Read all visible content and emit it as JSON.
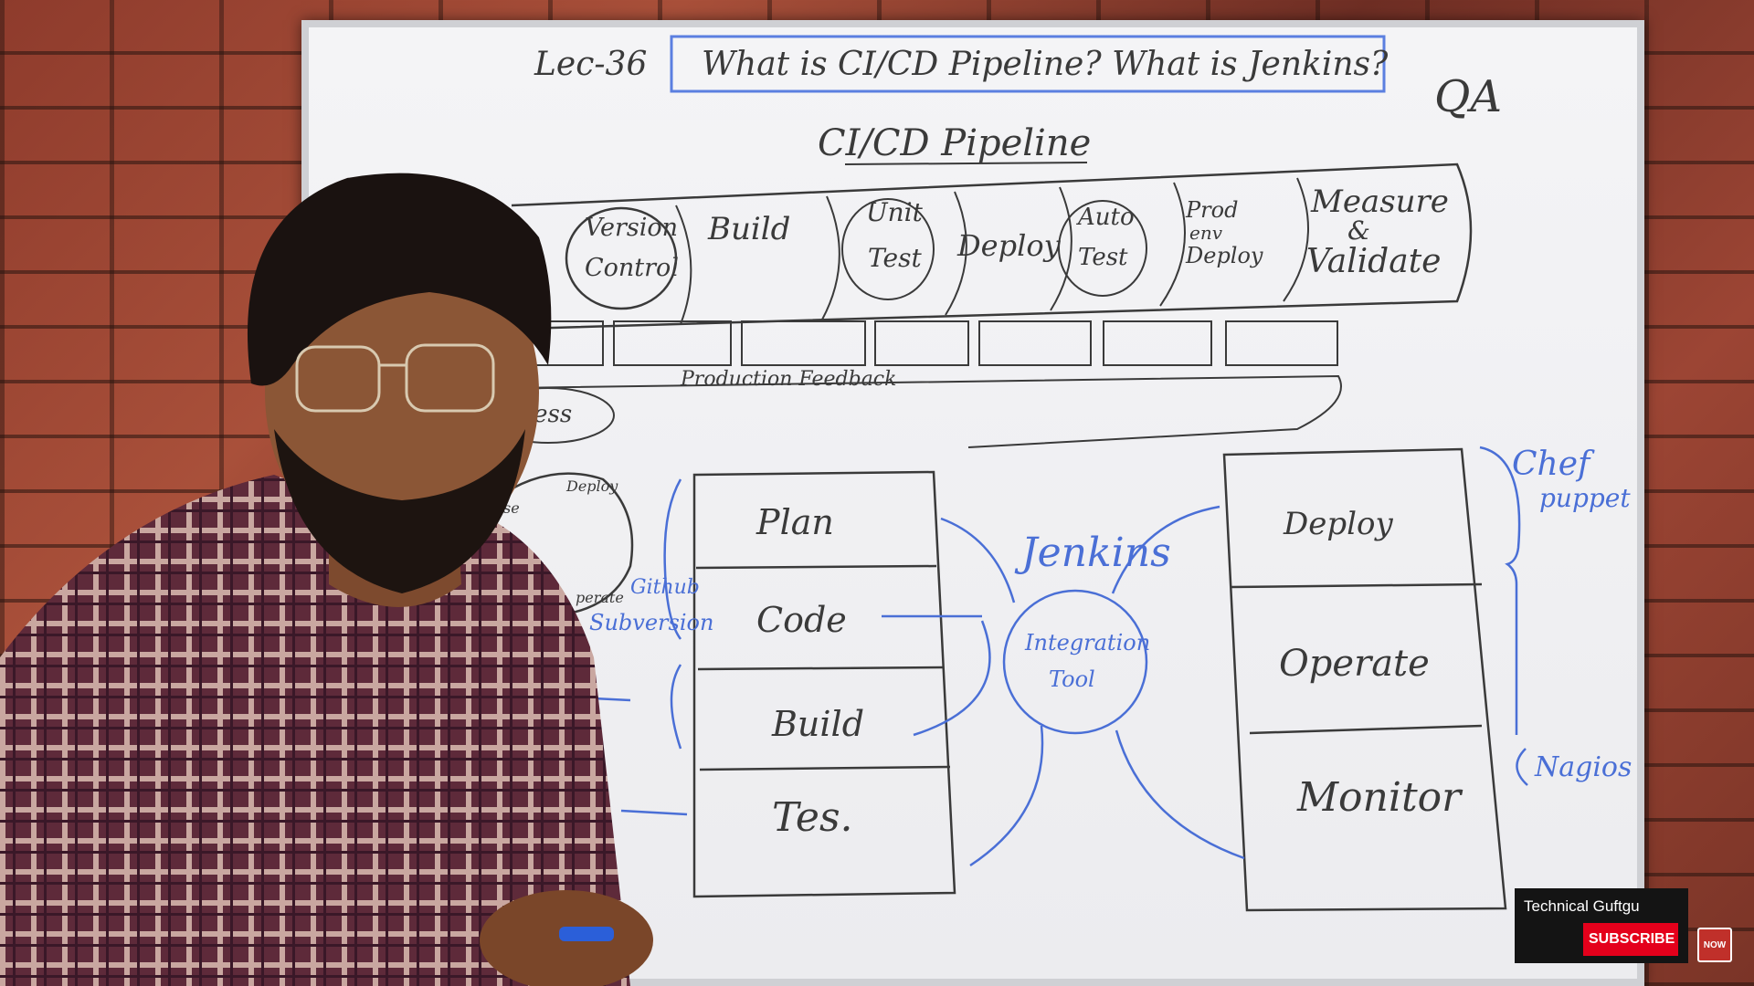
{
  "board": {
    "lecture": "Lec-36",
    "title": "What is CI/CD Pipeline? What is Jenkins?",
    "qa": "QA",
    "pipeline_title": "CI/CD Pipeline",
    "stages": [
      "Version Control",
      "Build",
      "Unit Test",
      "Deploy",
      "Auto Test",
      "Prod env Deploy",
      "Measure & Validate"
    ],
    "feedback_label": "Production Feedback",
    "success_fragment": "ccess",
    "left_stack": [
      "Plan",
      "Code",
      "Build",
      "Tes."
    ],
    "right_stack": [
      "Deploy",
      "Operate",
      "Monitor"
    ],
    "jenkins": "Jenkins",
    "integration_tool": "Integration Tool",
    "tools_left": [
      "Github",
      "Subversion"
    ],
    "tools_right": [
      "Chef",
      "puppet",
      "Nagios"
    ],
    "cycle_fragments": [
      "ease",
      "Deploy",
      "perate"
    ]
  },
  "channel": {
    "name": "Technical Guftgu",
    "subscribe_label": "SUBSCRIBE",
    "now_badge": "NOW"
  },
  "colors": {
    "marker_black": "#3a3a3a",
    "marker_blue": "#4a6fd6",
    "subscribe_red": "#e4001b"
  }
}
